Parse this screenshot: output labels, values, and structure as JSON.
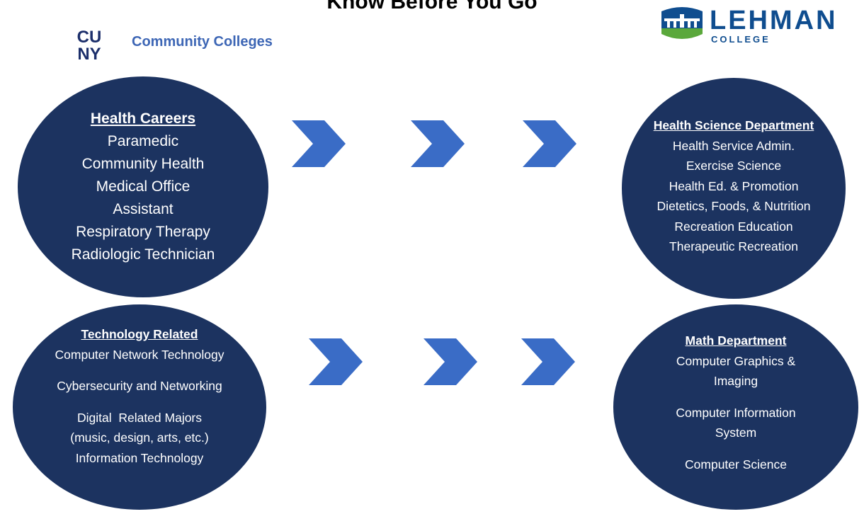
{
  "title": "Know Before You Go",
  "left_logo": {
    "mark": "CUNY",
    "label": "Community Colleges"
  },
  "right_logo": {
    "name": "LEHMAN",
    "subtitle": "COLLEGE"
  },
  "colors": {
    "circle": "#1c3360",
    "arrow": "#3a6cc6",
    "cuny_text": "#3d66b5",
    "lehman_blue": "#0f4d8f",
    "lehman_green": "#5aa83b"
  },
  "health_careers": {
    "heading": "Health Careers",
    "items": [
      "Paramedic",
      "Community Health",
      "Medical Office",
      "Assistant",
      "Respiratory Therapy",
      "Radiologic Technician"
    ]
  },
  "health_science": {
    "heading": "Health Science Department",
    "items": [
      "Health Service Admin.",
      "Exercise Science",
      "Health Ed. & Promotion",
      "Dietetics, Foods, & Nutrition",
      "Recreation Education",
      "Therapeutic Recreation"
    ]
  },
  "technology": {
    "heading": "Technology Related",
    "items": [
      "Computer Network Technology",
      "",
      "Cybersecurity and Networking",
      "",
      "Digital  Related Majors",
      "(music, design, arts, etc.)",
      "Information Technology"
    ]
  },
  "math": {
    "heading": "Math Department",
    "items": [
      "Computer Graphics &",
      "Imaging",
      "",
      "Computer Information",
      "System",
      "",
      "Computer Science"
    ]
  },
  "arrows": {
    "icon": "chevron-right-icon",
    "rows": [
      3,
      3
    ]
  }
}
